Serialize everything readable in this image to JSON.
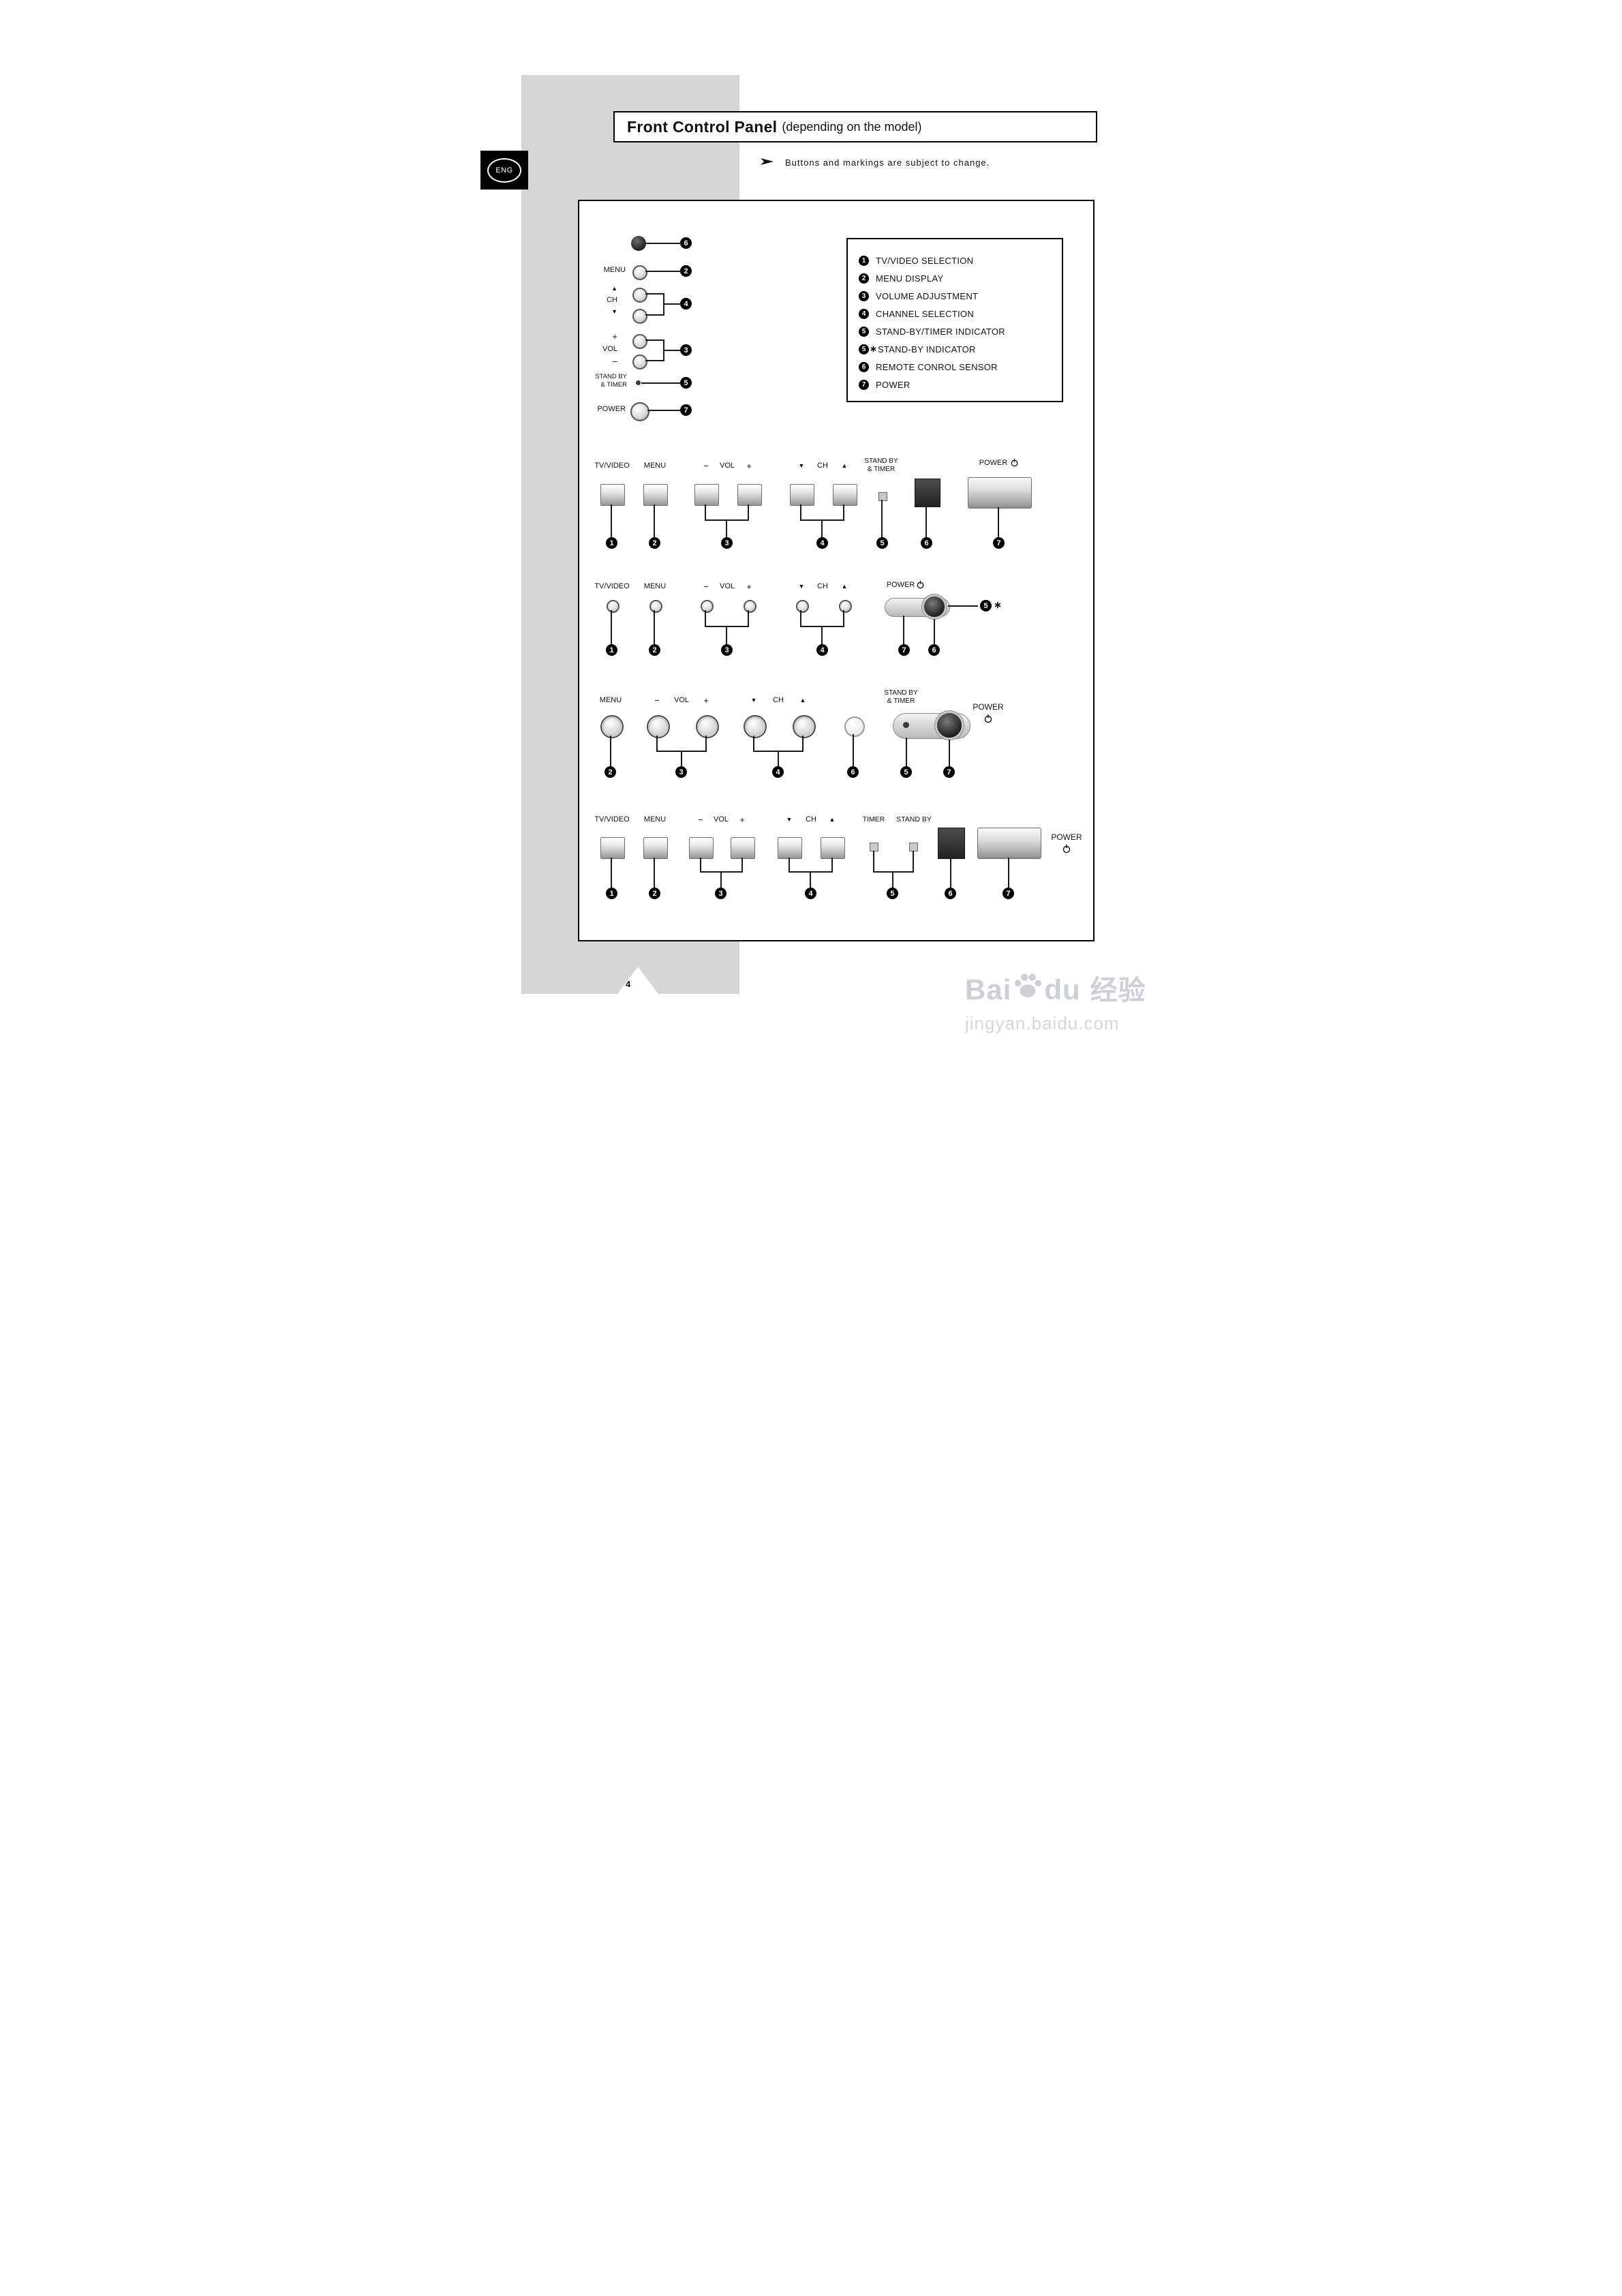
{
  "page_number": "4",
  "eng_badge": "ENG",
  "title": {
    "main": "Front Control Panel",
    "sub": "(depending on the model)"
  },
  "note": "Buttons and markings are subject to change.",
  "legend": {
    "items": [
      {
        "num": "1",
        "star": "",
        "label": "TV/VIDEO SELECTION"
      },
      {
        "num": "2",
        "star": "",
        "label": "MENU DISPLAY"
      },
      {
        "num": "3",
        "star": "",
        "label": "VOLUME ADJUSTMENT"
      },
      {
        "num": "4",
        "star": "",
        "label": "CHANNEL SELECTION"
      },
      {
        "num": "5",
        "star": "",
        "label": "STAND-BY/TIMER INDICATOR"
      },
      {
        "num": "5",
        "star": "∗",
        "label": "STAND-BY INDICATOR"
      },
      {
        "num": "6",
        "star": "",
        "label": "REMOTE CONROL SENSOR"
      },
      {
        "num": "7",
        "star": "",
        "label": "POWER"
      }
    ]
  },
  "vpanel": {
    "menu": "MENU",
    "ch_up": "▲",
    "ch": "CH",
    "ch_down": "▼",
    "vol_plus": "+",
    "vol": "VOL",
    "vol_minus": "−",
    "standby_line1": "STAND BY",
    "standby_line2": "& TIMER",
    "power": "POWER",
    "badges": {
      "sensor": "6",
      "menu": "2",
      "ch": "4",
      "vol": "3",
      "standby": "5",
      "power": "7"
    }
  },
  "row1": {
    "labels": {
      "tvvideo": "TV/VIDEO",
      "menu": "MENU",
      "minus": "−",
      "vol": "VOL",
      "plus": "+",
      "ch_down": "▼",
      "ch": "CH",
      "ch_up": "▲",
      "standby_line1": "STAND BY",
      "standby_line2": "& TIMER",
      "power": "POWER"
    },
    "badges": {
      "tvvideo": "1",
      "menu": "2",
      "vol": "3",
      "ch": "4",
      "standby": "5",
      "sensor": "6",
      "power": "7"
    }
  },
  "row2": {
    "labels": {
      "tvvideo": "TV/VIDEO",
      "menu": "MENU",
      "minus": "−",
      "vol": "VOL",
      "plus": "+",
      "ch_down": "▼",
      "ch": "CH",
      "ch_up": "▲",
      "power": "POWER"
    },
    "annotation": {
      "num": "5",
      "star": "∗"
    },
    "badges": {
      "tvvideo": "1",
      "menu": "2",
      "vol": "3",
      "ch": "4",
      "power": "7",
      "sensor": "6"
    }
  },
  "row3": {
    "labels": {
      "menu": "MENU",
      "minus": "−",
      "vol": "VOL",
      "plus": "+",
      "ch_down": "▼",
      "ch": "CH",
      "ch_up": "▲",
      "standby_line1": "STAND BY",
      "standby_line2": "& TIMER",
      "power": "POWER"
    },
    "badges": {
      "menu": "2",
      "vol": "3",
      "ch": "4",
      "sensor": "6",
      "standby": "5",
      "power": "7"
    }
  },
  "row4": {
    "labels": {
      "tvvideo": "TV/VIDEO",
      "menu": "MENU",
      "minus": "−",
      "vol": "VOL",
      "plus": "+",
      "ch_down": "▼",
      "ch": "CH",
      "ch_up": "▲",
      "timer": "TIMER",
      "standby": "STAND BY",
      "power": "POWER"
    },
    "badges": {
      "tvvideo": "1",
      "menu": "2",
      "vol": "3",
      "ch": "4",
      "standby": "5",
      "sensor": "6",
      "power": "7"
    }
  },
  "watermark": {
    "brand_a": "Bai",
    "brand_b": "du",
    "brand_cn": "经验",
    "domain": "jingyan.baidu.com"
  }
}
